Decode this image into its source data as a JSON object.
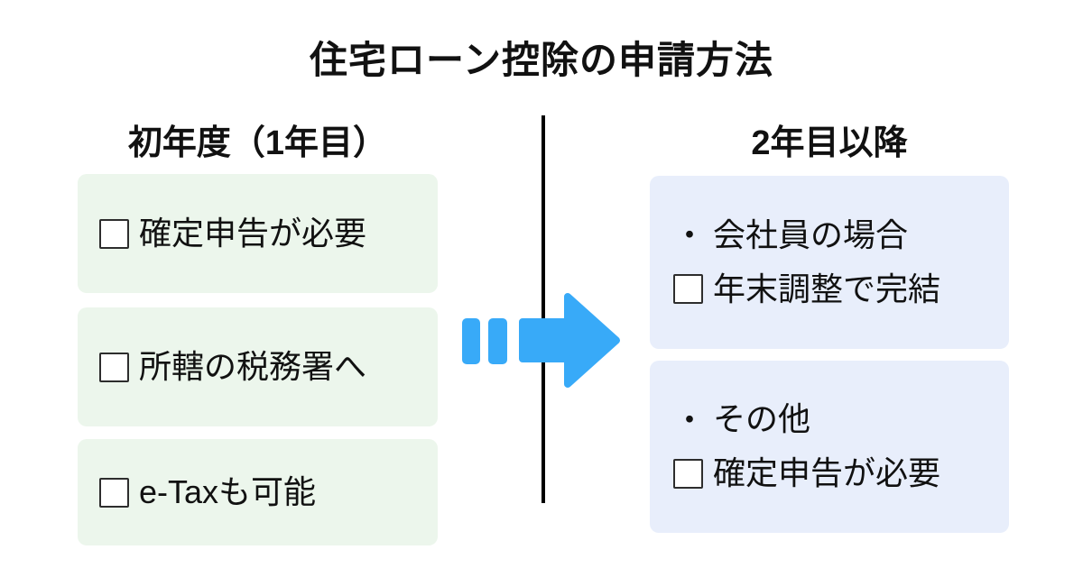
{
  "title": "住宅ローン控除の申請方法",
  "columns": {
    "left": {
      "header": "初年度（1年目）",
      "items": [
        {
          "label": "確定申告が必要"
        },
        {
          "label": "所轄の税務署へ"
        },
        {
          "label": "e-Taxも可能"
        }
      ]
    },
    "right": {
      "header": "2年目以降",
      "groups": [
        {
          "bullet": "・",
          "case_label": "会社員の場合",
          "action_label": "年末調整で完結"
        },
        {
          "bullet": "・",
          "case_label": "その他",
          "action_label": "確定申告が必要"
        }
      ]
    }
  },
  "icons": {
    "arrow": "fast-forward-right-arrow",
    "checkbox": "empty-checkbox"
  },
  "colors": {
    "background": "#ffffff",
    "left_card_bg": "#ecf6ec",
    "right_card_bg": "#e8eefb",
    "arrow_blue": "#38aaf8",
    "divider": "#000000",
    "text": "#111111",
    "checkbox_border": "#2d2d2d"
  }
}
